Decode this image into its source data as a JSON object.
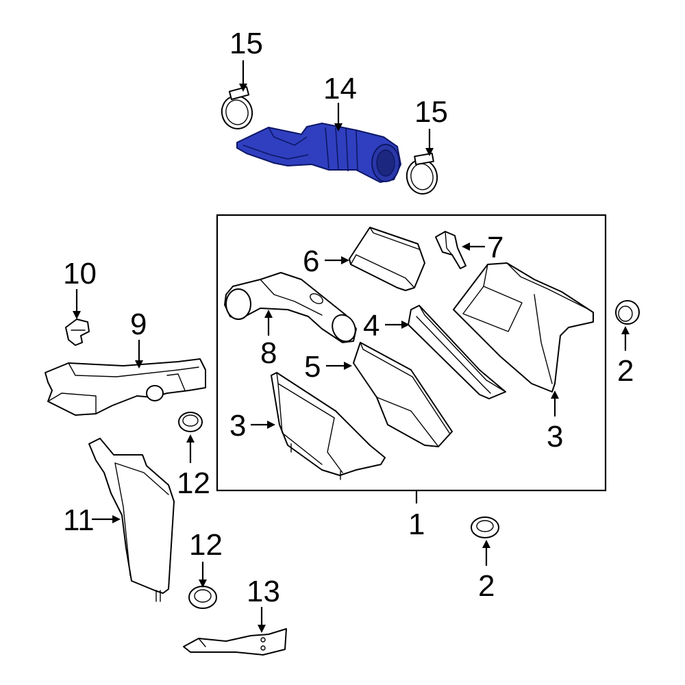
{
  "colors": {
    "highlight": "#2f3fbf",
    "highlight_edge": "#0d1766",
    "line": "#000000",
    "background": "#ffffff"
  },
  "callouts": [
    {
      "id": "c15a",
      "text": "15"
    },
    {
      "id": "c14",
      "text": "14"
    },
    {
      "id": "c15b",
      "text": "15"
    },
    {
      "id": "c7",
      "text": "7"
    },
    {
      "id": "c6",
      "text": "6"
    },
    {
      "id": "c10",
      "text": "10"
    },
    {
      "id": "c9",
      "text": "9"
    },
    {
      "id": "c8",
      "text": "8"
    },
    {
      "id": "c4",
      "text": "4"
    },
    {
      "id": "c5",
      "text": "5"
    },
    {
      "id": "c2a",
      "text": "2"
    },
    {
      "id": "c3a",
      "text": "3"
    },
    {
      "id": "c3b",
      "text": "3"
    },
    {
      "id": "c12a",
      "text": "12"
    },
    {
      "id": "c11",
      "text": "11"
    },
    {
      "id": "c1",
      "text": "1"
    },
    {
      "id": "c12b",
      "text": "12"
    },
    {
      "id": "c2b",
      "text": "2"
    },
    {
      "id": "c13",
      "text": "13"
    }
  ]
}
